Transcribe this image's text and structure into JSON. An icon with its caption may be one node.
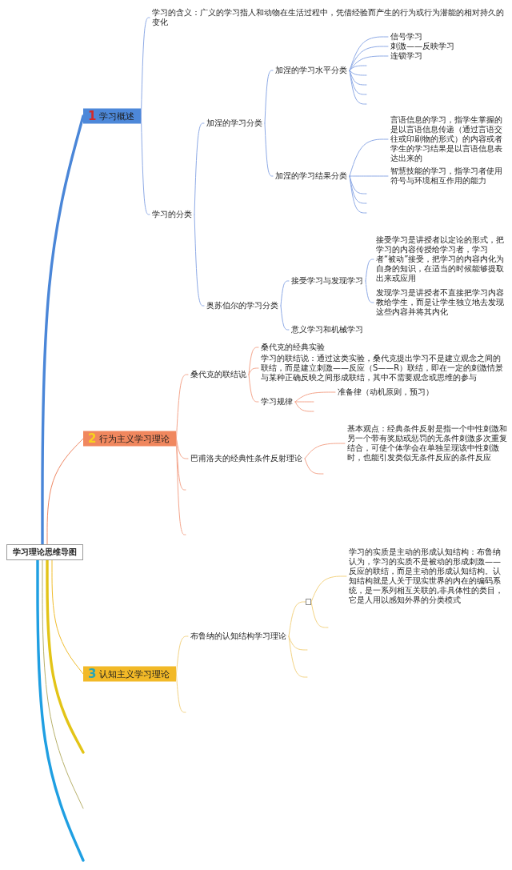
{
  "diagram": {
    "nodes": [
      {
        "text": [
          "学习理论思维导图"
        ]
      },
      {
        "text": [
          "1",
          "学习概述"
        ]
      },
      {
        "text": [
          "学习的含义：广义的学习指人和动物在生活过程中，凭借经验而产生的行为或行为潜能的相对持久的变化"
        ]
      },
      {
        "text": [
          "学习的分类"
        ]
      },
      {
        "text": [
          "加涅的学习分类"
        ]
      },
      {
        "text": [
          "加涅的学习水平分类"
        ]
      },
      {
        "text": [
          "信号学习"
        ]
      },
      {
        "text": [
          "刺激——反映学习"
        ]
      },
      {
        "text": [
          "连锁学习"
        ]
      },
      {
        "text": [
          "加涅的学习结果分类"
        ]
      },
      {
        "text": [
          "言语信息的学习，指学生掌握的是以言语信息传递（通过言语交往或印刷物的形式）的内容或者学生的学习结果是以言语信息表达出来的"
        ]
      },
      {
        "text": [
          "智慧技能的学习，指学习者使用符号与环境相互作用的能力"
        ]
      },
      {
        "text": [
          "奥苏伯尔的学习分类"
        ]
      },
      {
        "text": [
          "接受学习与发现学习"
        ]
      },
      {
        "text": [
          "接受学习是讲授者以定论的形式，把学习的内容传授给学习者，学习者“被动”接受，把学习的内容内化为自身的知识，在适当的时候能够提取出来或应用"
        ]
      },
      {
        "text": [
          "发现学习是讲授者不直接把学习内容教给学生，而是让学生独立地去发现这些内容并将其内化"
        ]
      },
      {
        "text": [
          "意义学习和机械学习"
        ]
      },
      {
        "text": [
          "2",
          "行为主义学习理论"
        ]
      },
      {
        "text": [
          "桑代克的联结说"
        ]
      },
      {
        "text": [
          "桑代克的经典实验"
        ]
      },
      {
        "text": [
          "学习的联结说：通过这类实验，桑代克提出学习不是建立观念之间的联结，而是建立刺激——反应（S——R）联结，即在一定的刺激情景与某种正确反映之间形成联结，其中不需要观念或思维的参与"
        ]
      },
      {
        "text": [
          "学习规律"
        ]
      },
      {
        "text": [
          "准备律（动机原则，预习）"
        ]
      },
      {
        "text": [
          "巴甫洛夫的经典性条件反射理论"
        ]
      },
      {
        "text": [
          "基本观点：经典条件反射是指一个中性刺激和另一个带有奖励或惩罚的无条件刺激多次重复结合，可使个体学会在单独呈现该中性刺激时，也能引发类似无条件反应的条件反应"
        ]
      },
      {
        "text": [
          "3",
          "认知主义学习理论"
        ]
      },
      {
        "text": [
          "布鲁纳的认知结构学习理论"
        ]
      },
      {
        "text": [],
        "shape": "box"
      },
      {
        "text": [
          "学习的实质是主动的形成认知结构：布鲁纳认为，学习的实质不是被动的形成刺激——反应的联结，而是主动的形成认知结构。认知结构就是人关于现实世界的内在的编码系统，是一系列相互关联的,非具体性的类目，它是人用以感知外界的分类模式"
        ]
      }
    ],
    "edges": [
      {
        "from": 0,
        "to": 1,
        "arrow": "none",
        "style": "thick",
        "color": "#4a86d8"
      },
      {
        "from": 0,
        "to": 17,
        "arrow": "none",
        "color": "#ee8763"
      },
      {
        "from": 0,
        "to": 25,
        "arrow": "none",
        "color": "#f0bd2e"
      },
      {
        "from": 0,
        "to": null,
        "arrow": "none",
        "style": "thick",
        "color": "#e3c417"
      },
      {
        "from": 0,
        "to": null,
        "arrow": "none",
        "color": "#b7b06a"
      },
      {
        "from": 0,
        "to": null,
        "arrow": "none",
        "style": "thick",
        "color": "#1f9fe2"
      },
      {
        "from": 1,
        "to": 2,
        "arrow": "none"
      },
      {
        "from": 1,
        "to": 3,
        "arrow": "none"
      },
      {
        "from": 3,
        "to": 4,
        "arrow": "none"
      },
      {
        "from": 3,
        "to": 12,
        "arrow": "none"
      },
      {
        "from": 4,
        "to": 5,
        "arrow": "none"
      },
      {
        "from": 4,
        "to": 9,
        "arrow": "none"
      },
      {
        "from": 5,
        "to": 6,
        "arrow": "none"
      },
      {
        "from": 5,
        "to": 7,
        "arrow": "none"
      },
      {
        "from": 5,
        "to": 8,
        "arrow": "none"
      },
      {
        "from": 5,
        "to": null,
        "arrow": "none"
      },
      {
        "from": 5,
        "to": null,
        "arrow": "none"
      },
      {
        "from": 5,
        "to": null,
        "arrow": "none"
      },
      {
        "from": 5,
        "to": null,
        "arrow": "none"
      },
      {
        "from": 5,
        "to": null,
        "arrow": "none"
      },
      {
        "from": 9,
        "to": 10,
        "arrow": "none"
      },
      {
        "from": 9,
        "to": 11,
        "arrow": "none"
      },
      {
        "from": 9,
        "to": null,
        "arrow": "none"
      },
      {
        "from": 9,
        "to": null,
        "arrow": "none"
      },
      {
        "from": 9,
        "to": null,
        "arrow": "none"
      },
      {
        "from": 12,
        "to": 13,
        "arrow": "none"
      },
      {
        "from": 12,
        "to": 16,
        "arrow": "none"
      },
      {
        "from": 13,
        "to": 14,
        "arrow": "none"
      },
      {
        "from": 13,
        "to": 15,
        "arrow": "none"
      },
      {
        "from": 17,
        "to": 18,
        "arrow": "none",
        "color": "#f4a58c"
      },
      {
        "from": 17,
        "to": 23,
        "arrow": "none",
        "color": "#f4a58c"
      },
      {
        "from": 17,
        "to": null,
        "arrow": "none",
        "color": "#f4a58c"
      },
      {
        "from": 17,
        "to": null,
        "arrow": "none",
        "color": "#f4a58c"
      },
      {
        "from": 18,
        "to": 19,
        "arrow": "none",
        "color": "#f4a58c"
      },
      {
        "from": 18,
        "to": 20,
        "arrow": "none",
        "color": "#f4a58c"
      },
      {
        "from": 18,
        "to": 21,
        "arrow": "none",
        "color": "#f4a58c"
      },
      {
        "from": 21,
        "to": 22,
        "arrow": "none",
        "color": "#f4a58c"
      },
      {
        "from": 21,
        "to": null,
        "arrow": "none",
        "color": "#f4a58c"
      },
      {
        "from": 21,
        "to": null,
        "arrow": "none",
        "color": "#f4a58c"
      },
      {
        "from": 23,
        "to": 24,
        "arrow": "none",
        "color": "#f4a58c"
      },
      {
        "from": 23,
        "to": null,
        "arrow": "none",
        "color": "#f4a58c"
      },
      {
        "from": 25,
        "to": 26,
        "arrow": "none",
        "color": "#f3d383"
      },
      {
        "from": 25,
        "to": null,
        "arrow": "none",
        "color": "#f3d383"
      },
      {
        "from": 26,
        "to": 27,
        "arrow": "none",
        "color": "#f3d383"
      },
      {
        "from": 26,
        "to": null,
        "arrow": "none",
        "color": "#f3d383"
      },
      {
        "from": 26,
        "to": null,
        "arrow": "none",
        "color": "#f3d383"
      },
      {
        "from": 27,
        "to": 28,
        "arrow": "none",
        "color": "#f3d383"
      },
      {
        "from": 27,
        "to": null,
        "arrow": "none",
        "color": "#f3d383"
      }
    ]
  }
}
